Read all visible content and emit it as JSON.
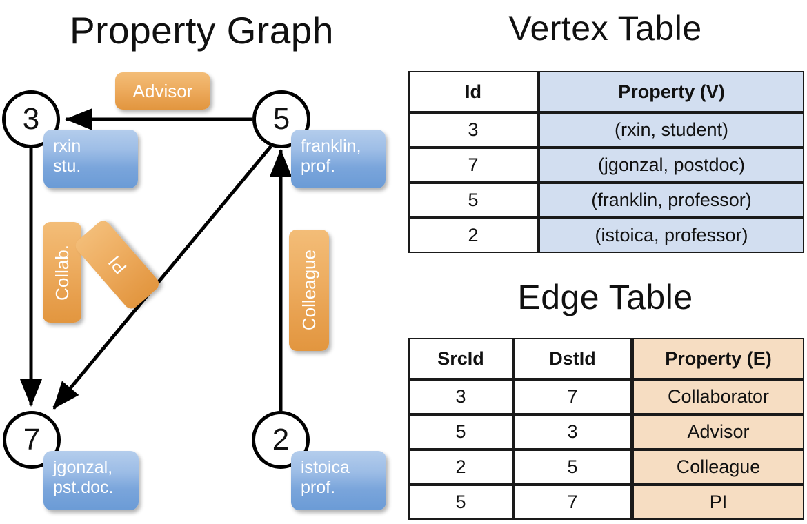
{
  "titles": {
    "property_graph": "Property Graph",
    "vertex_table": "Vertex Table",
    "edge_table": "Edge Table"
  },
  "graph": {
    "nodes": [
      {
        "id": "3",
        "label": "3",
        "property_lines": [
          "rxin",
          "stu."
        ]
      },
      {
        "id": "5",
        "label": "5",
        "property_lines": [
          "franklin,",
          "prof."
        ]
      },
      {
        "id": "7",
        "label": "7",
        "property_lines": [
          "jgonzal,",
          "pst.doc."
        ]
      },
      {
        "id": "2",
        "label": "2",
        "property_lines": [
          "istoica",
          "prof."
        ]
      }
    ],
    "vertex_boxes": {
      "rxin": "rxin\nstu.",
      "franklin": "franklin,\nprof.",
      "jgonzal": "jgonzal,\npst.doc.",
      "istoica": "istoica\nprof."
    },
    "edge_labels": {
      "advisor": "Advisor",
      "collab": "Collab.",
      "pi": "PI",
      "colleague": "Colleague"
    },
    "edges": [
      {
        "from": "3",
        "to": "7",
        "label": "Collab."
      },
      {
        "from": "5",
        "to": "3",
        "label": "Advisor"
      },
      {
        "from": "2",
        "to": "5",
        "label": "Colleague"
      },
      {
        "from": "5",
        "to": "7",
        "label": "PI"
      }
    ]
  },
  "vertex_table": {
    "headers": [
      "Id",
      "Property (V)"
    ],
    "rows": [
      [
        "3",
        "(rxin, student)"
      ],
      [
        "7",
        "(jgonzal, postdoc)"
      ],
      [
        "5",
        "(franklin, professor)"
      ],
      [
        "2",
        "(istoica, professor)"
      ]
    ]
  },
  "edge_table": {
    "headers": [
      "SrcId",
      "DstId",
      "Property (E)"
    ],
    "rows": [
      [
        "3",
        "7",
        "Collaborator"
      ],
      [
        "5",
        "3",
        "Advisor"
      ],
      [
        "2",
        "5",
        "Colleague"
      ],
      [
        "5",
        "7",
        "PI"
      ]
    ]
  },
  "colors": {
    "vertex_property_fill": "#d2def0",
    "edge_property_fill": "#f6ddc2",
    "vertex_box_blue": "#7aa5db",
    "edge_box_orange": "#e79f4d",
    "stroke": "#000000",
    "background": "#ffffff"
  }
}
